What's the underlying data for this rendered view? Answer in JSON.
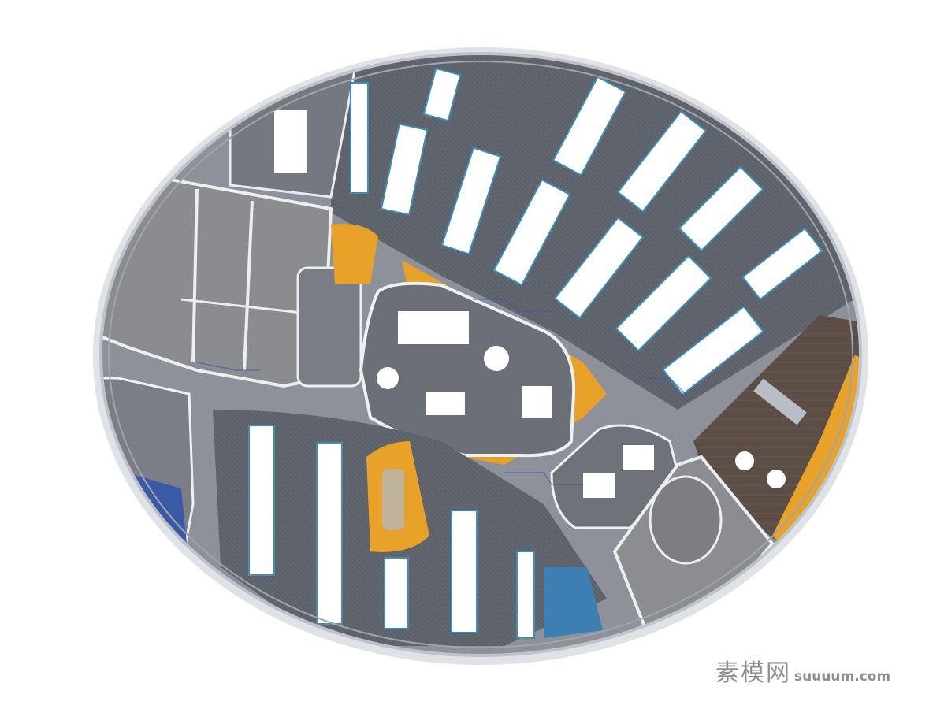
{
  "watermark": {
    "logo_text": "素模网",
    "url_text": "suuuum.com"
  },
  "colors": {
    "floor_dark": "#5c6068",
    "floor_mid": "#767a82",
    "corridor": "#8d9098",
    "core_room": "#8b8d90",
    "accent_orange": "#e8a22a",
    "accent_blue": "#3a5aa8",
    "wood_floor": "#5e5048",
    "desk": "#ffffff",
    "chair": "#3d8fb8",
    "wall": "#e9ebee"
  },
  "plan_elements": [
    "oval-floor-plate",
    "north-open-office",
    "south-open-office",
    "central-meeting-pod",
    "west-core-rooms",
    "east-lounge",
    "southeast-toilet-core",
    "west-lounge"
  ]
}
